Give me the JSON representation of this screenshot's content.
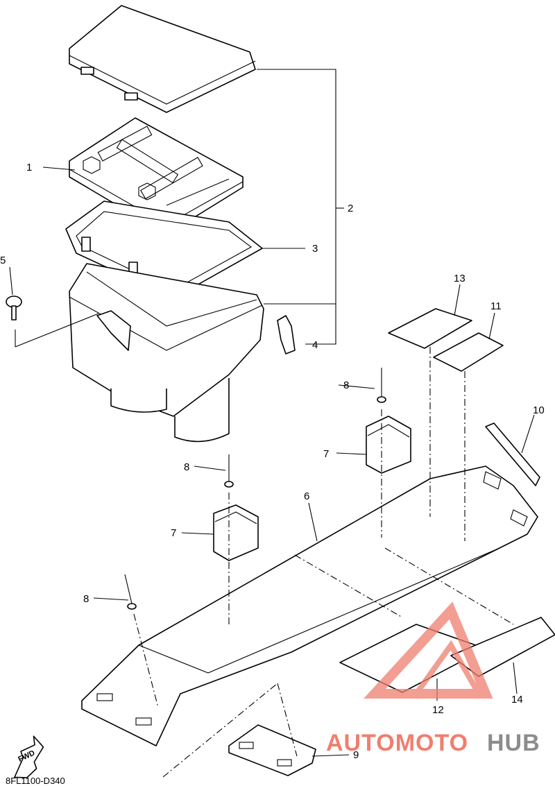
{
  "diagram": {
    "code": "8FL1100-D340",
    "fwd_label": "FWD",
    "callouts": [
      {
        "id": "c1",
        "label": "1"
      },
      {
        "id": "c2",
        "label": "2"
      },
      {
        "id": "c3",
        "label": "3"
      },
      {
        "id": "c4",
        "label": "4"
      },
      {
        "id": "c5",
        "label": "5"
      },
      {
        "id": "c6",
        "label": "6"
      },
      {
        "id": "c7a",
        "label": "7"
      },
      {
        "id": "c7b",
        "label": "7"
      },
      {
        "id": "c8a",
        "label": "8"
      },
      {
        "id": "c8b",
        "label": "8"
      },
      {
        "id": "c8c",
        "label": "8"
      },
      {
        "id": "c9",
        "label": "9"
      },
      {
        "id": "c10",
        "label": "10"
      },
      {
        "id": "c11",
        "label": "11"
      },
      {
        "id": "c12",
        "label": "12"
      },
      {
        "id": "c13",
        "label": "13"
      },
      {
        "id": "c14",
        "label": "14"
      }
    ]
  },
  "watermark": {
    "part1": "AUTOMOTO",
    "part2": "HUB",
    "color_primary": "#f07e6e",
    "color_secondary": "#8c8c8c"
  }
}
